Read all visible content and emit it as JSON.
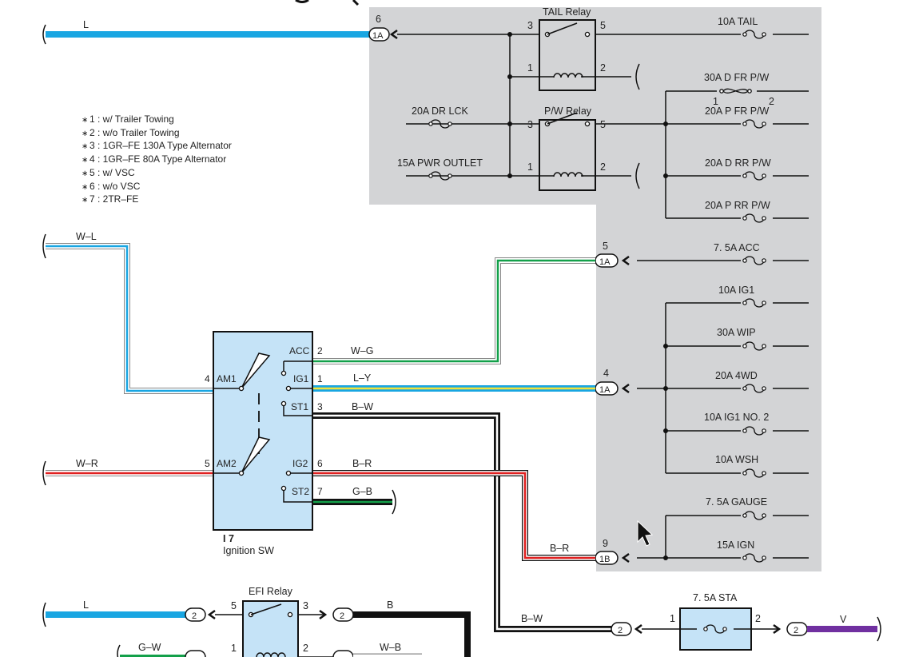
{
  "wires": {
    "top_L": "L",
    "W_L": "W–L",
    "W_R": "W–R",
    "acc": "W–G",
    "ig1": "L–Y",
    "st1": "B–W",
    "ig2": "B–R",
    "st2": "G–B",
    "ig2_bottom": "B–R",
    "sta_bottom": "B–W",
    "efi_L": "L",
    "efi_B": "B",
    "efi_GW": "G–W",
    "efi_WB": "W–B",
    "sta_V": "V"
  },
  "connectors": {
    "c1": {
      "pin": "6",
      "code": "1A"
    },
    "c2": {
      "pin": "5",
      "code": "1A"
    },
    "c3": {
      "pin": "4",
      "code": "1A"
    },
    "c4": {
      "pin": "9",
      "code": "1B"
    },
    "efi": "2"
  },
  "relays": {
    "tail": {
      "title": "TAIL Relay",
      "p3": "3",
      "p5": "5",
      "p1": "1",
      "p2": "2"
    },
    "pw": {
      "title": "P/W Relay",
      "p3": "3",
      "p5": "5",
      "p1": "1",
      "p2": "2"
    },
    "efi": {
      "title": "EFI Relay",
      "p5": "5",
      "p3": "3",
      "p1": "1",
      "p2": "2"
    }
  },
  "fuses": {
    "tail": "10A TAIL",
    "dfr": "30A D FR P/W",
    "dfr_p1": "1",
    "dfr_p2": "2",
    "drlck": "20A DR LCK",
    "pfr": "20A P FR P/W",
    "pwr": "15A PWR OUTLET",
    "drr": "20A D RR P/W",
    "prr": "20A P RR P/W",
    "acc": "7. 5A ACC",
    "ig1": "10A IG1",
    "wip": "30A WIP",
    "fwd": "20A 4WD",
    "ig1no2": "10A IG1 NO. 2",
    "wsh": "10A WSH",
    "gauge": "7. 5A GAUGE",
    "ign": "15A IGN",
    "sta": "7. 5A STA",
    "sta_p1": "1",
    "sta_p2": "2"
  },
  "switch": {
    "id": "I 7",
    "name": "Ignition SW",
    "am1": "AM1",
    "am1_pin": "4",
    "am2": "AM2",
    "am2_pin": "5",
    "acc": "ACC",
    "acc_pin": "2",
    "ig1": "IG1",
    "ig1_pin": "1",
    "st1": "ST1",
    "st1_pin": "3",
    "ig2": "IG2",
    "ig2_pin": "6",
    "st2": "ST2",
    "st2_pin": "7"
  },
  "notes": [
    "1 : w/ Trailer Towing",
    "2 : w/o Trailer Towing",
    "3 : 1GR–FE 130A Type Alternator",
    "4 : 1GR–FE 80A Type Alternator",
    "5 : w/ VSC",
    "6 : w/o VSC",
    "7 : 2TR–FE"
  ],
  "colors": {
    "junction_box": "#d3d4d6",
    "switch_fill": "#c5e3f7",
    "blue": "#19a6e2",
    "green": "#13a04a",
    "red": "#e02020",
    "yellow": "#f2e33a",
    "purple": "#7030a0",
    "black": "#111111"
  }
}
